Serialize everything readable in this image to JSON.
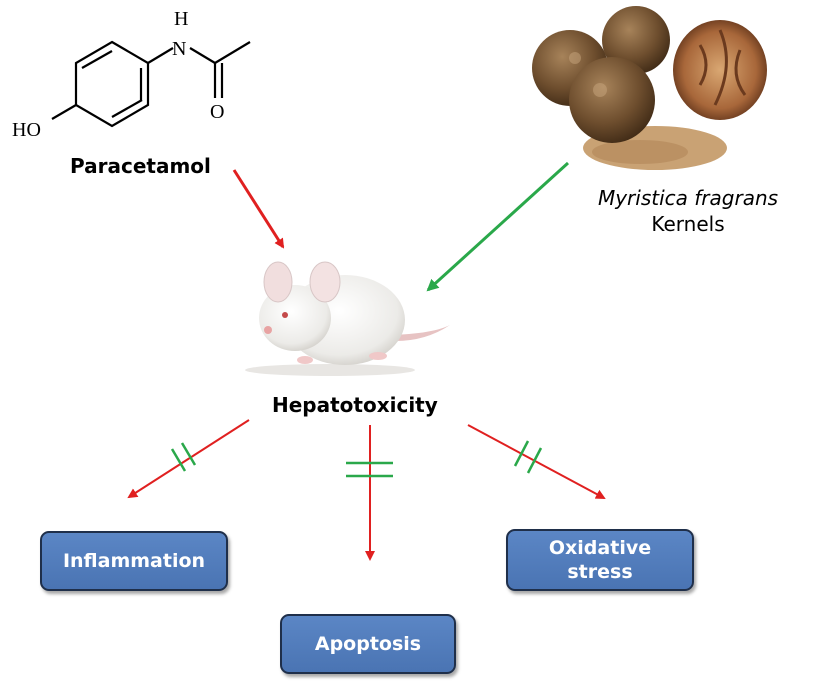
{
  "molecule": {
    "label": "Paracetamol",
    "atoms": {
      "hydroxyl": "HO",
      "hydrogen": "H",
      "nitrogen": "N",
      "oxygen": "O"
    }
  },
  "plant": {
    "name_italic": "Myristica fragrans",
    "name_plain": "Kernels"
  },
  "center": {
    "label": "Hepatotoxicity"
  },
  "outcomes": {
    "inflammation": "Inflammation",
    "apoptosis": "Apoptosis",
    "oxidative_line1": "Oxidative",
    "oxidative_line2": "stress"
  },
  "colors": {
    "toxic_arrow": "#e02020",
    "protective_arrow": "#2aa84a",
    "box_fill": "#5079bc",
    "box_border": "#1f2f4a"
  }
}
